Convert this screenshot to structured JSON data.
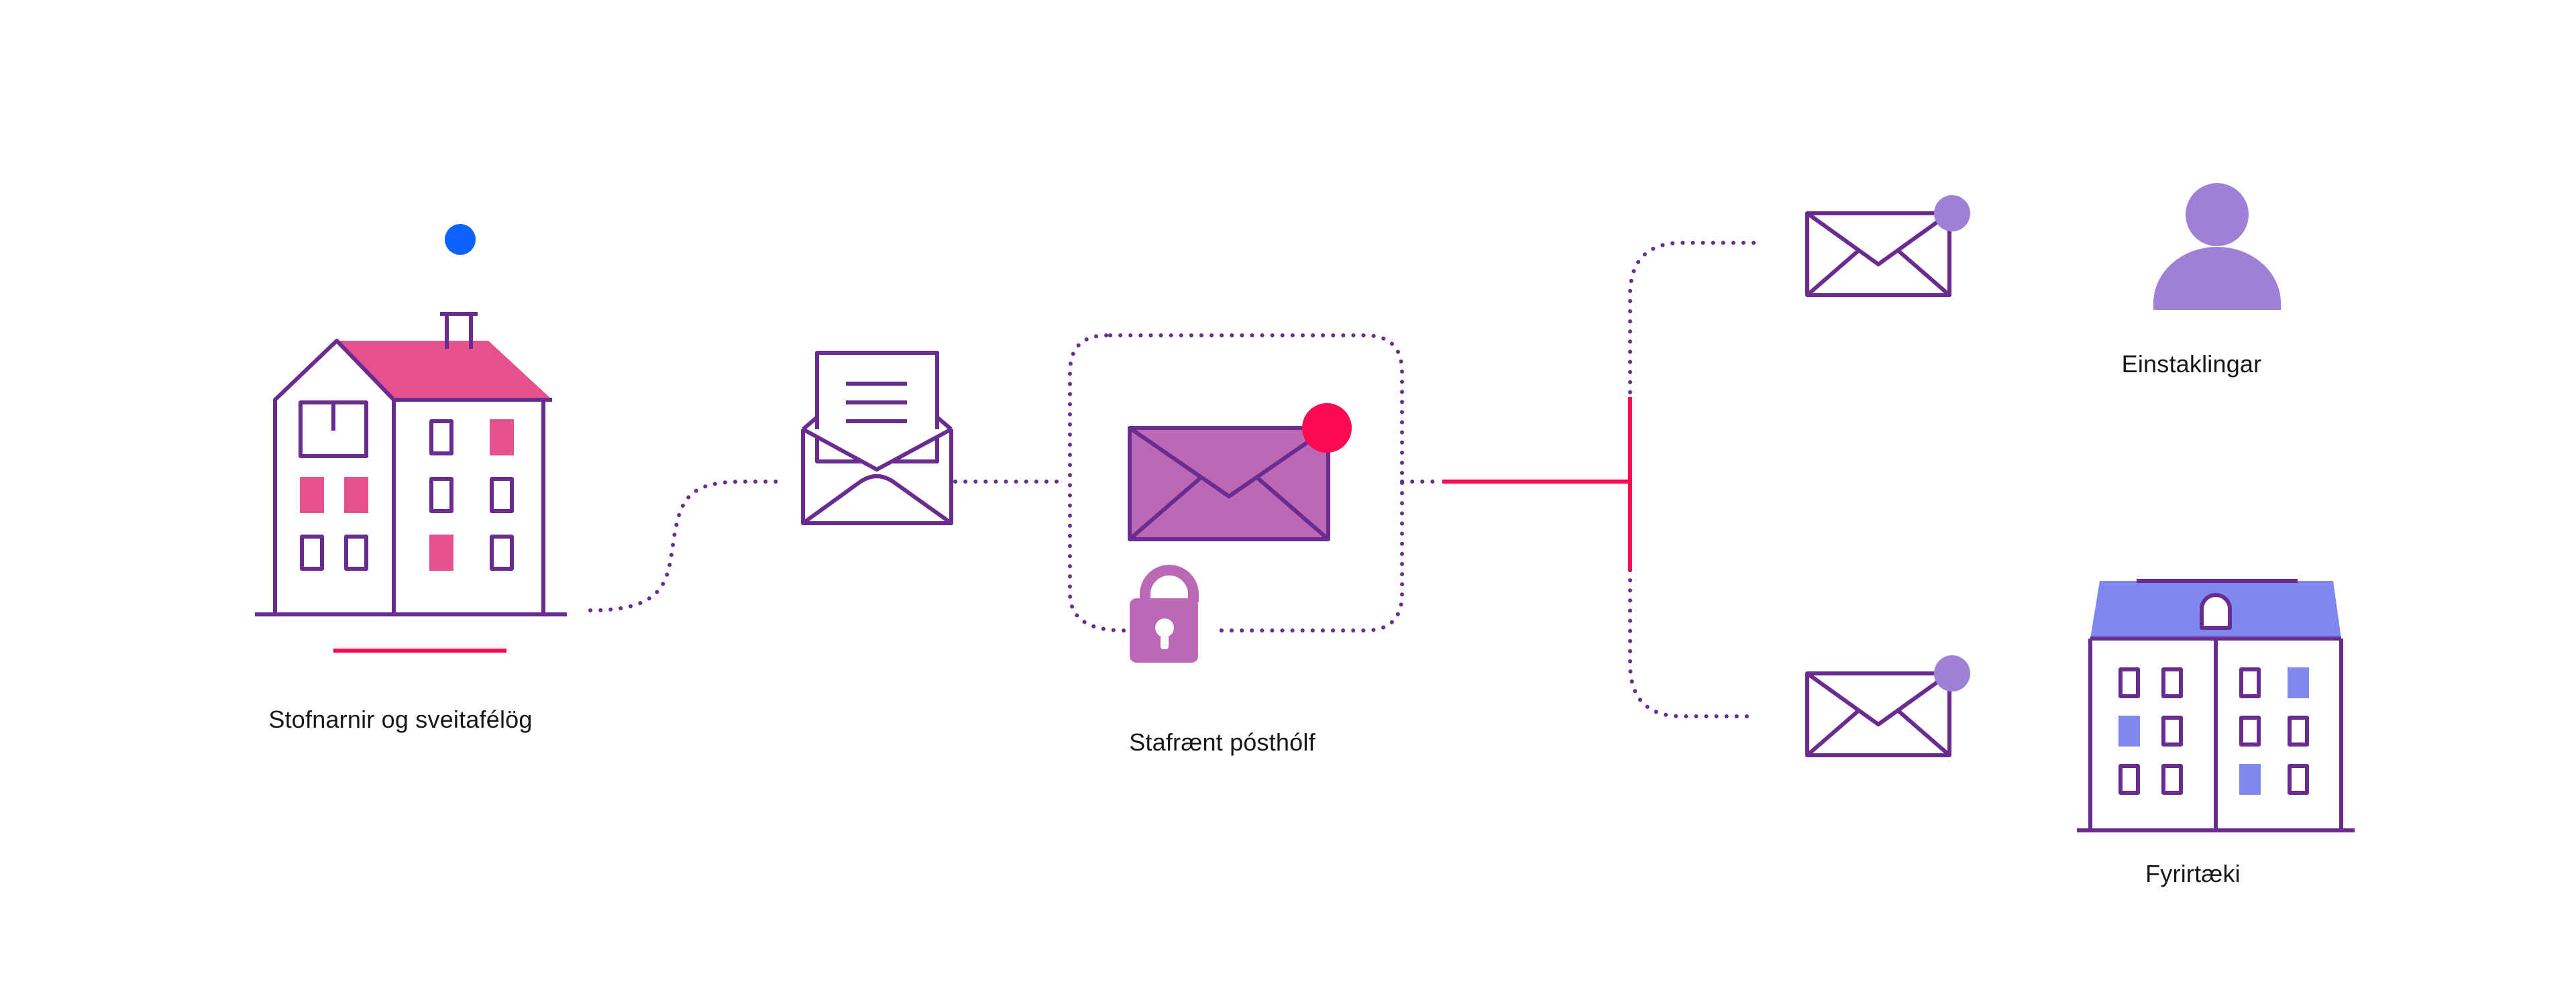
{
  "colors": {
    "outline": "#6a2c91",
    "pink": "#e4518d",
    "red": "#fb0b4f",
    "blue": "#0e62fe",
    "mauve": "#bc68b5",
    "lavender": "#9e80d6",
    "periwinkle": "#8087ee"
  },
  "labels": {
    "agencies": "Stofnarnir og sveitafélög",
    "mailbox": "Stafrænt pósthólf",
    "individuals": "Einstaklingar",
    "companies": "Fyrirtæki"
  },
  "icons": [
    "town-hall-icon",
    "open-envelope-document-icon",
    "envelope-notification-icon",
    "padlock-icon",
    "envelope-icon",
    "person-icon",
    "office-building-icon"
  ]
}
